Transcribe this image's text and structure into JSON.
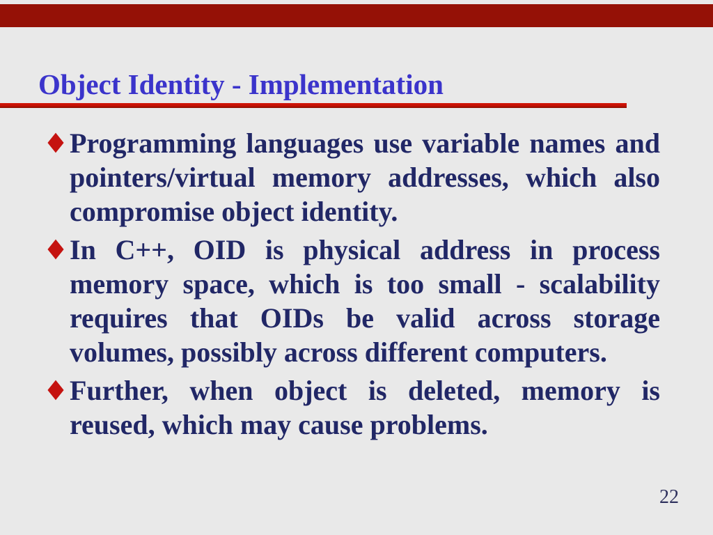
{
  "slide": {
    "title": "Object Identity - Implementation",
    "page_number": "22",
    "bullets": [
      {
        "lines": [
          {
            "text": "Programming languages use variable names and",
            "justified": true
          },
          {
            "text": "pointers/virtual memory addresses, which also",
            "justified": true
          },
          {
            "text": "compromise object identity.",
            "justified": false
          }
        ]
      },
      {
        "lines": [
          {
            "text": "In C++, OID is physical address in process",
            "justified": true
          },
          {
            "text": "memory space, which is too small - scalability",
            "justified": true
          },
          {
            "text": "requires that OIDs be valid across storage",
            "justified": true
          },
          {
            "text": "volumes, possibly across different computers.",
            "justified": false
          }
        ]
      },
      {
        "lines": [
          {
            "text": "Further, when object is deleted, memory is",
            "justified": true
          },
          {
            "text": "reused, which may cause problems.",
            "justified": false
          }
        ]
      }
    ],
    "colors": {
      "background": "#e9e9e9",
      "top_bar": "#951106",
      "title": "#3b34cb",
      "underline": "#c41104",
      "body_text": "#212766",
      "bullet_diamond": "#c51310",
      "page_number": "#2d2f5c"
    }
  }
}
